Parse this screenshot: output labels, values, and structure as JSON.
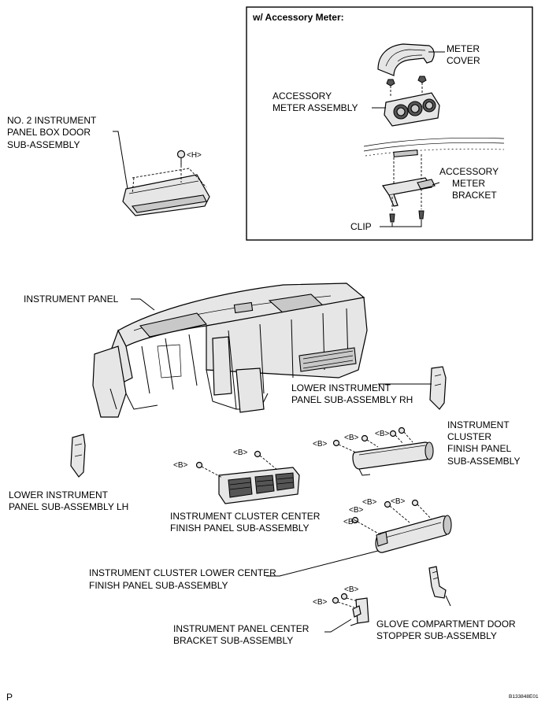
{
  "inset": {
    "title": "w/ Accessory Meter:",
    "meter_cover": [
      "METER",
      "COVER"
    ],
    "accessory_meter_assembly": [
      "ACCESSORY",
      "METER ASSEMBLY"
    ],
    "accessory_meter_bracket": [
      "ACCESSORY",
      "METER",
      "BRACKET"
    ],
    "clip": "CLIP"
  },
  "labels": {
    "box_door": [
      "NO. 2 INSTRUMENT",
      "PANEL BOX DOOR",
      "SUB-ASSEMBLY"
    ],
    "instrument_panel": "INSTRUMENT PANEL",
    "lower_rh": [
      "LOWER INSTRUMENT",
      "PANEL SUB-ASSEMBLY RH"
    ],
    "cluster_finish": [
      "INSTRUMENT",
      "CLUSTER",
      "FINISH PANEL",
      "SUB-ASSEMBLY"
    ],
    "lower_lh": [
      "LOWER INSTRUMENT",
      "PANEL SUB-ASSEMBLY LH"
    ],
    "cluster_center": [
      "INSTRUMENT CLUSTER CENTER",
      "FINISH PANEL SUB-ASSEMBLY"
    ],
    "cluster_lower_center": [
      "INSTRUMENT CLUSTER LOWER CENTER",
      "FINISH PANEL SUB-ASSEMBLY"
    ],
    "center_bracket": [
      "INSTRUMENT PANEL CENTER",
      "BRACKET SUB-ASSEMBLY"
    ],
    "glove_stopper": [
      "GLOVE COMPARTMENT DOOR",
      "STOPPER SUB-ASSEMBLY"
    ]
  },
  "fasteners": {
    "h": "<H>",
    "b": "<B>"
  },
  "footer": {
    "left": "P",
    "code": "B133848E01"
  }
}
